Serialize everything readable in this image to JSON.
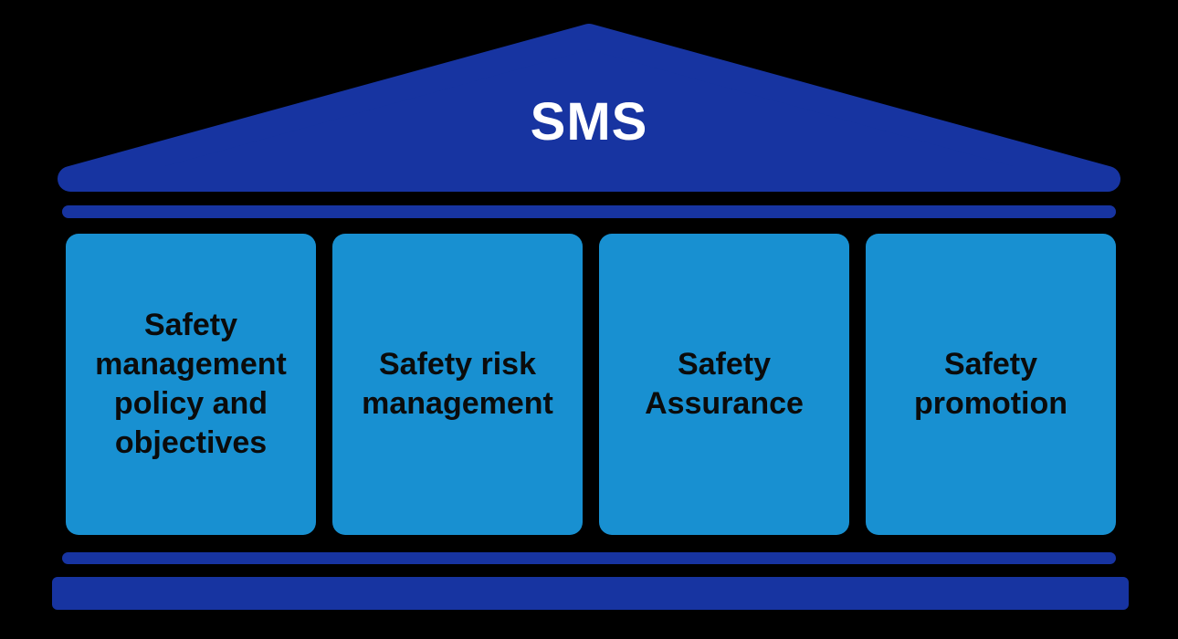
{
  "title": {
    "label": "SMS"
  },
  "pillars": [
    {
      "label": "Safety management policy and objectives"
    },
    {
      "label": "Safety risk management"
    },
    {
      "label": "Safety Assurance"
    },
    {
      "label": "Safety promotion"
    }
  ],
  "colors": {
    "roof-blue": "#1734a1",
    "pillar-blue": "#1890d1",
    "bg": "#000000",
    "pillar-text": "#0b0b0b",
    "title-text": "#ffffff"
  }
}
